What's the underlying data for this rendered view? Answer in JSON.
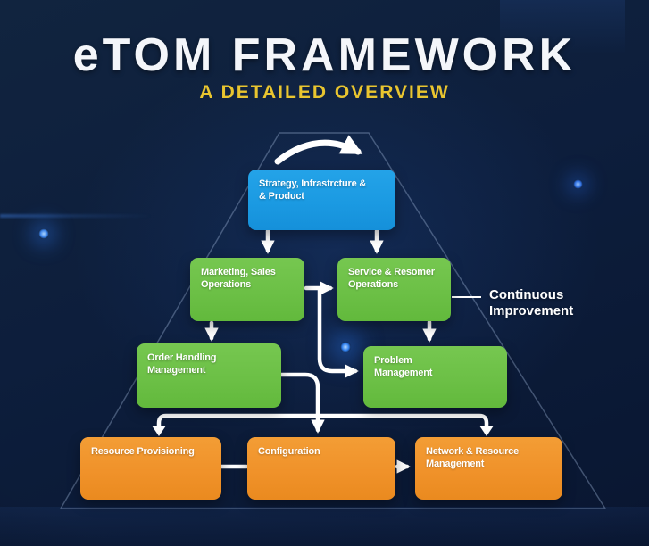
{
  "header": {
    "title": "eTOM FRAMEWORK",
    "subtitle": "A DETAILED OVERVIEW"
  },
  "colors": {
    "title_white": "#f4f6fa",
    "subtitle_gold": "#e9c52f",
    "strategy_blue": "#1b9ae2",
    "operations_green": "#6cc046",
    "resource_orange": "#f0922a",
    "connector_white": "#ffffff",
    "pyramid_outline": "rgba(172,196,228,0.35)",
    "background_deep": "#0d1e3c"
  },
  "diagram": {
    "boxes": [
      {
        "id": "strategy-infrastructure-product",
        "line1": "Strategy, Infrastrcture &",
        "line2": "& Product"
      },
      {
        "id": "marketing-sales-operations",
        "line1": "Marketing, Sales",
        "line2": "Operations"
      },
      {
        "id": "service-resomer-operations",
        "line1": "Service & Resomer",
        "line2": "Operations"
      },
      {
        "id": "order-handling-management",
        "line1": "Order Handling",
        "line2": "Management"
      },
      {
        "id": "problem-management",
        "line1": "Problem",
        "line2": "Management"
      },
      {
        "id": "resource-provisioning",
        "line1": "Resource Provisioning",
        "line2": ""
      },
      {
        "id": "configuration",
        "line1": "Configuration",
        "line2": ""
      },
      {
        "id": "network-resource-management",
        "line1": "Network & Resource",
        "line2": "Management"
      }
    ],
    "annotation": {
      "line1": "Continuous",
      "line2": "Improvement"
    }
  }
}
